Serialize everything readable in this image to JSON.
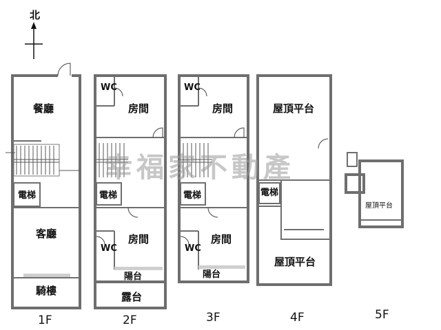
{
  "compass": {
    "label": "北"
  },
  "watermark": "幸福家不動產",
  "floors": [
    {
      "floor": "1F",
      "rooms": [
        "餐廳",
        "電梯",
        "客廳",
        "騎樓"
      ]
    },
    {
      "floor": "2F",
      "rooms": [
        "WC",
        "房間",
        "電梯",
        "房間",
        "WC",
        "陽台",
        "露台"
      ]
    },
    {
      "floor": "3F",
      "rooms": [
        "WC",
        "房間",
        "電梯",
        "房間",
        "WC",
        "陽台"
      ]
    },
    {
      "floor": "4F",
      "rooms": [
        "屋頂平台",
        "電梯",
        "屋頂平台"
      ]
    },
    {
      "floor": "5F",
      "rooms": [
        "屋頂平台"
      ]
    }
  ]
}
